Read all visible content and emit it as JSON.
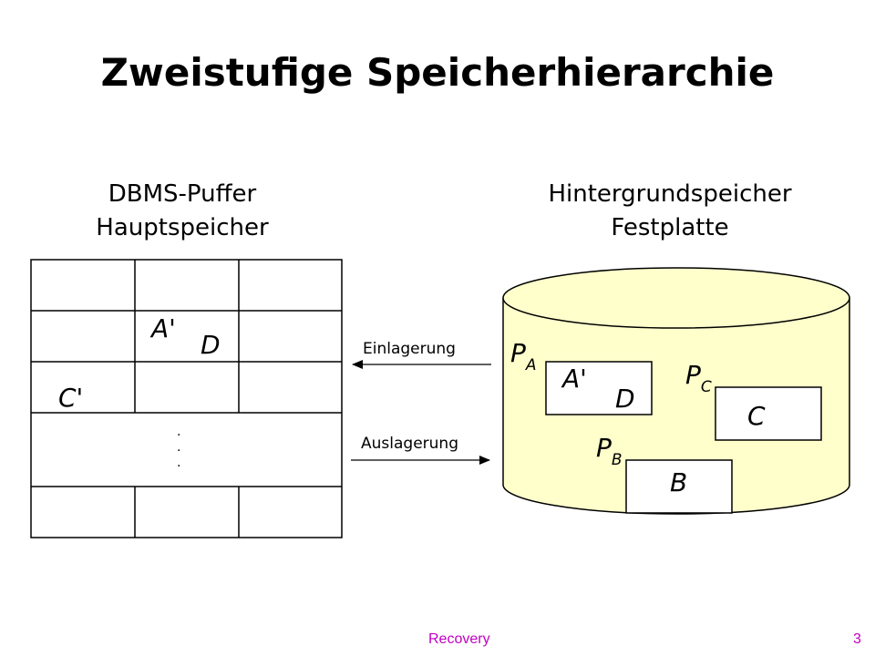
{
  "title": "Zweistufige Speicherhierarchie",
  "buffer": {
    "heading_line1": "DBMS-Puffer",
    "heading_line2": "Hauptspeicher",
    "page_a": "A'",
    "page_d": "D",
    "page_c": "C'",
    "ellipsis": "·\n·\n·"
  },
  "disk": {
    "heading_line1": "Hintergrundspeicher",
    "heading_line2": "Festplatte",
    "label_pa_main": "P",
    "label_pa_sub": "A",
    "label_pb_main": "P",
    "label_pb_sub": "B",
    "label_pc_main": "P",
    "label_pc_sub": "C",
    "page_a": "A'",
    "page_d": "D",
    "page_c": "C",
    "page_b": "B",
    "fill_color": "#ffffcc"
  },
  "arrows": {
    "in_label": "Einlagerung",
    "out_label": "Auslagerung"
  },
  "footer": {
    "label": "Recovery",
    "page_number": "3",
    "color": "#c000c0"
  }
}
